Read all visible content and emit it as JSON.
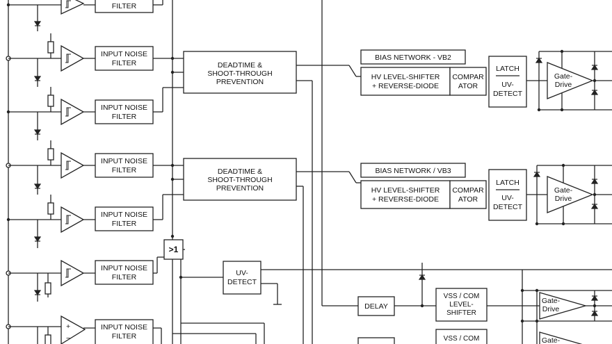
{
  "filter": {
    "line1": "INPUT NOISE",
    "line2": "FILTER",
    "line2_only": "FILTER"
  },
  "deadtime": {
    "line1": "DEADTIME &",
    "line2": "SHOOT-THROUGH",
    "line3": "PREVENTION"
  },
  "bias_vb2": "BIAS NETWORK - VB2",
  "bias_vb3": "BIAS NETWORK / VB3",
  "hv_shifter": {
    "line1": "HV LEVEL-SHIFTER",
    "line2": "+ REVERSE-DIODE"
  },
  "comparator": {
    "line1": "COMPAR",
    "line2": "ATOR"
  },
  "latch": {
    "line1": "LATCH",
    "line2": "UV-",
    "line3": "DETECT"
  },
  "gate_drive": {
    "line1": "Gate-",
    "line2": "Drive"
  },
  "or_gate": ">1",
  "uv_detect": {
    "line1": "UV-",
    "line2": "DETECT"
  },
  "delay": "DELAY",
  "vss_shifter": {
    "line1": "VSS / COM",
    "line2": "LEVEL-",
    "line3": "SHIFTER"
  },
  "vss_shifter_partial": "VSS / COM",
  "opamp_signs": {
    "plus": "+",
    "minus": "−"
  }
}
